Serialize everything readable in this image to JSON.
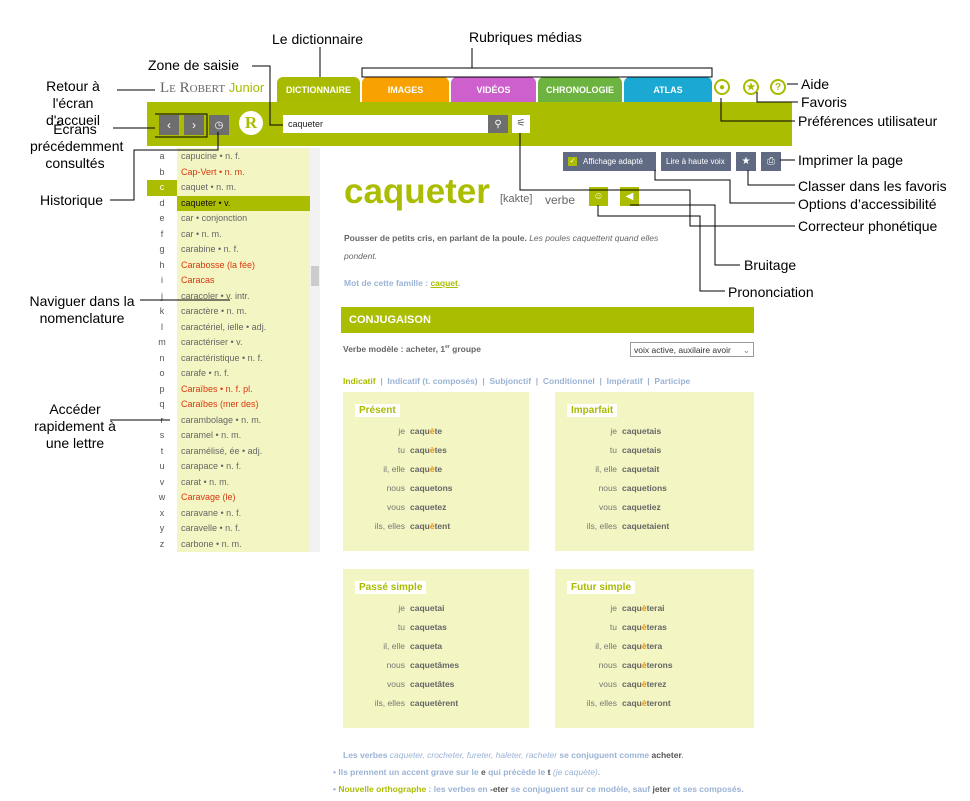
{
  "annotations": {
    "dictionnaire": "Le dictionnaire",
    "rubriques": "Rubriques médias",
    "zone": "Zone de saisie",
    "retour": "Retour à l'écran d'accueil",
    "ecrans": "Écrans précédemment consultés",
    "historique": "Historique",
    "naviguer": "Naviguer dans la nomenclature",
    "acceder": "Accéder rapidement à une lettre",
    "aide": "Aide",
    "favoris": "Favoris",
    "preferences": "Préférences utilisateur",
    "imprimer": "Imprimer la page",
    "classer": "Classer dans les favoris",
    "options": "Options d’accessibilité",
    "correcteur": "Correcteur phonétique",
    "bruitage": "Bruitage",
    "prononciation": "Prononciation"
  },
  "brand": {
    "logo_text": "Le Robert",
    "logo_sub": "Junior"
  },
  "tabs": [
    {
      "label": "DICTIONNAIRE",
      "color": "#a9bb00"
    },
    {
      "label": "IMAGES",
      "color": "#f7a200"
    },
    {
      "label": "VIDÉOS",
      "color": "#cd60cc"
    },
    {
      "label": "CHRONOLOGIE",
      "color": "#6cb33f"
    },
    {
      "label": "ATLAS",
      "color": "#1ba9d3"
    }
  ],
  "search": {
    "value": "caqueter"
  },
  "sidebar": {
    "letters": [
      "a",
      "b",
      "c",
      "d",
      "e",
      "f",
      "g",
      "h",
      "i",
      "j",
      "k",
      "l",
      "m",
      "n",
      "o",
      "p",
      "q",
      "r",
      "s",
      "t",
      "u",
      "v",
      "w",
      "x",
      "y",
      "z"
    ],
    "active_letter": "c",
    "entries": [
      {
        "text": "capucine • n. f."
      },
      {
        "text": "Cap-Vert • n. m.",
        "proper": true
      },
      {
        "text": "caquet • n. m."
      },
      {
        "text": "caqueter • v.",
        "selected": true
      },
      {
        "text": "car • conjonction"
      },
      {
        "text": "car • n. m."
      },
      {
        "text": "carabine • n. f."
      },
      {
        "text": "Carabosse (la fée)",
        "proper": true
      },
      {
        "text": "Caracas",
        "proper": true
      },
      {
        "text": "caracoler • v. intr."
      },
      {
        "text": "caractère • n. m."
      },
      {
        "text": "caractériel, ielle • adj."
      },
      {
        "text": "caractériser • v."
      },
      {
        "text": "caractéristique • n. f."
      },
      {
        "text": "carafe • n. f."
      },
      {
        "text": "Caraïbes • n. f. pl.",
        "proper": true
      },
      {
        "text": "Caraïbes (mer des)",
        "proper": true
      },
      {
        "text": "carambolage • n. m."
      },
      {
        "text": "caramel • n. m."
      },
      {
        "text": "caramélisé, ée • adj."
      },
      {
        "text": "carapace • n. f."
      },
      {
        "text": "carat • n. m."
      },
      {
        "text": "Caravage (le)",
        "proper": true
      },
      {
        "text": "caravane • n. f."
      },
      {
        "text": "caravelle • n. f."
      },
      {
        "text": "carbone • n. m."
      }
    ]
  },
  "tools": {
    "affichage": "Affichage adapté",
    "lire": "Lire à haute voix"
  },
  "entry": {
    "word": "caqueter",
    "phonetic": "[kakte]",
    "pos": "verbe",
    "definition": "Pousser de petits cris, en parlant de la poule.",
    "example": "Les poules caquettent quand elles pondent.",
    "family_label": "Mot de cette famille :",
    "family_word": "caquet"
  },
  "conjugaison": {
    "title": "CONJUGAISON",
    "model_label": "Verbe modèle : acheter, 1",
    "model_sup": "er",
    "model_suffix": " groupe",
    "voice_select": "voix active, auxilaire avoir",
    "modes": [
      "Indicatif",
      "Indicatif (t. composés)",
      "Subjonctif",
      "Conditionnel",
      "Impératif",
      "Participe"
    ],
    "active_mode": "Indicatif",
    "tenses": [
      {
        "name": "Présent",
        "highlight": true,
        "rows": [
          [
            "je",
            "caquète"
          ],
          [
            "tu",
            "caquètes"
          ],
          [
            "il, elle",
            "caquète"
          ],
          [
            "nous",
            "caquetons"
          ],
          [
            "vous",
            "caquetez"
          ],
          [
            "ils, elles",
            "caquètent"
          ]
        ]
      },
      {
        "name": "Imparfait",
        "highlight": false,
        "rows": [
          [
            "je",
            "caquetais"
          ],
          [
            "tu",
            "caquetais"
          ],
          [
            "il, elle",
            "caquetait"
          ],
          [
            "nous",
            "caquetions"
          ],
          [
            "vous",
            "caquetiez"
          ],
          [
            "ils, elles",
            "caquetaient"
          ]
        ]
      },
      {
        "name": "Passé simple",
        "highlight": false,
        "rows": [
          [
            "je",
            "caquetai"
          ],
          [
            "tu",
            "caquetas"
          ],
          [
            "il, elle",
            "caqueta"
          ],
          [
            "nous",
            "caquetâmes"
          ],
          [
            "vous",
            "caquetâtes"
          ],
          [
            "ils, elles",
            "caquetèrent"
          ]
        ]
      },
      {
        "name": "Futur simple",
        "highlight": true,
        "rows": [
          [
            "je",
            "caquèterai"
          ],
          [
            "tu",
            "caquèteras"
          ],
          [
            "il, elle",
            "caquètera"
          ],
          [
            "nous",
            "caquèterons"
          ],
          [
            "vous",
            "caquèterez"
          ],
          [
            "ils, elles",
            "caquèteront"
          ]
        ]
      }
    ]
  },
  "notes": {
    "n1_a": "Les verbes ",
    "n1_b": "caqueter, crocheter, fureter, haleter, racheter",
    "n1_c": " se conjuguent comme ",
    "n1_d": "acheter",
    "n2_a": "Ils prennent un accent grave sur le ",
    "n2_b": "e",
    "n2_c": " qui précède le ",
    "n2_d": "t",
    "n2_e": "(je caquète)",
    "n3_a": "Nouvelle orthographe",
    "n3_b": " : les verbes en ",
    "n3_c": "-eter",
    "n3_d": " se conjuguent sur ce modèle, sauf ",
    "n3_e": "jeter",
    "n3_f": " et ses composés."
  }
}
